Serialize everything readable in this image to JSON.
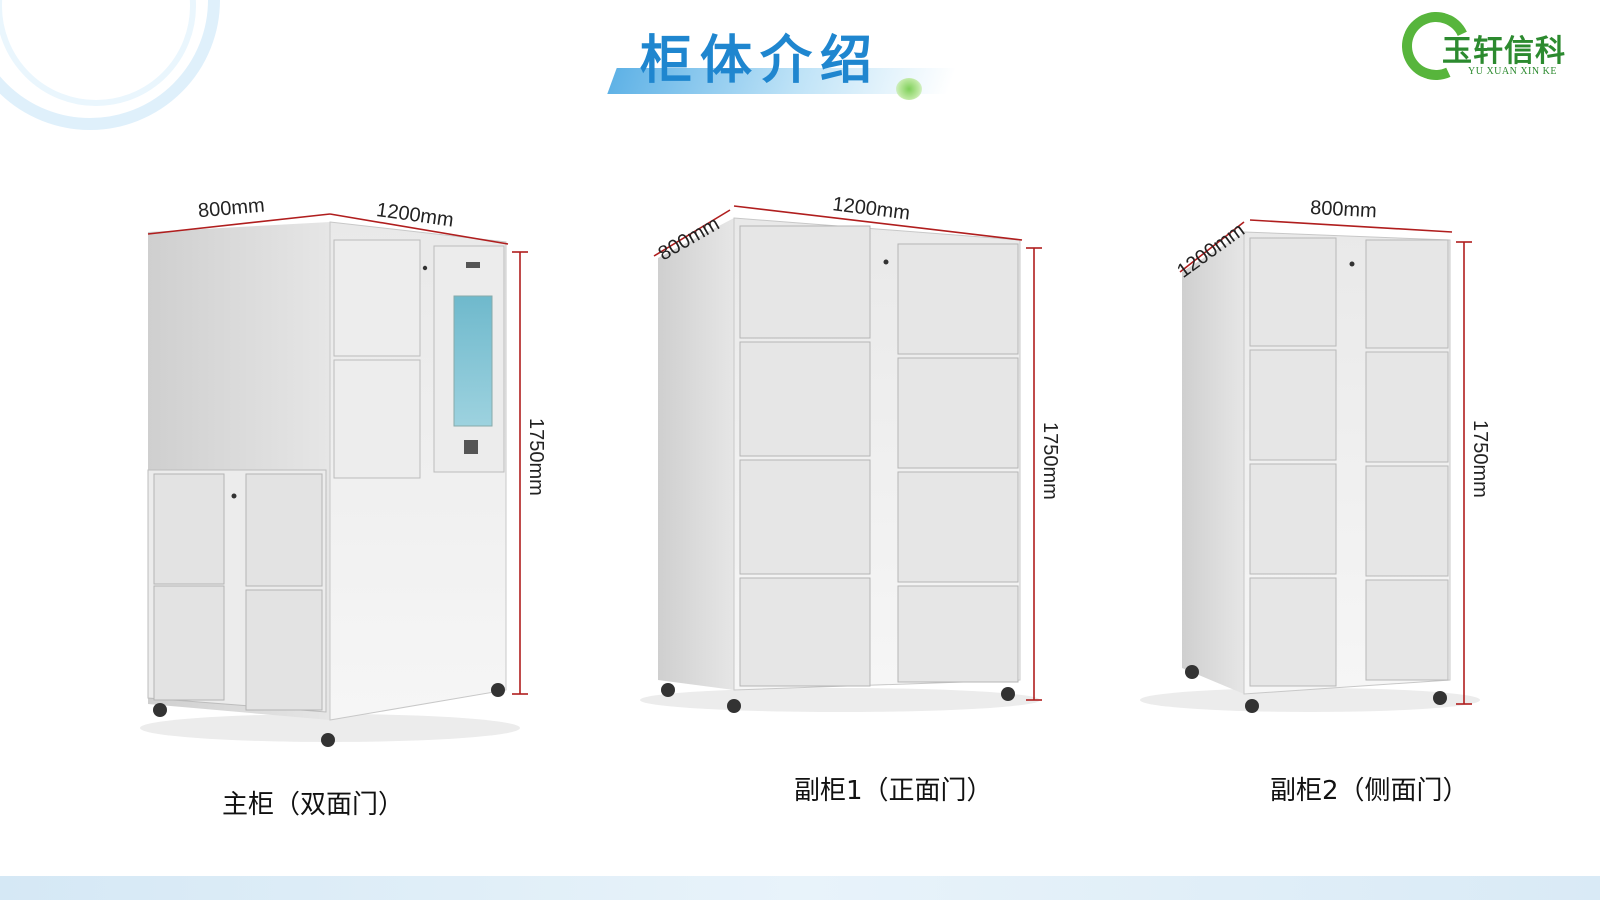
{
  "header": {
    "title": "柜体介绍"
  },
  "logo": {
    "name": "玉轩信科",
    "subtitle": "YU XUAN XIN KE"
  },
  "cabinets": [
    {
      "caption": "主柜（双面门）",
      "width_label": "800mm",
      "depth_label": "1200mm",
      "height_label": "1750mm"
    },
    {
      "caption": "副柜1（正面门）",
      "width_label": "1200mm",
      "depth_label": "800mm",
      "height_label": "1750mm"
    },
    {
      "caption": "副柜2（侧面门）",
      "width_label": "800mm",
      "depth_label": "1200mm",
      "height_label": "1750mm"
    }
  ],
  "colors": {
    "title_blue": "#1f86cf",
    "logo_green": "#2c8a2f",
    "dimension_red": "#b01e1e",
    "cabinet_screen": "#7cc4d6"
  }
}
